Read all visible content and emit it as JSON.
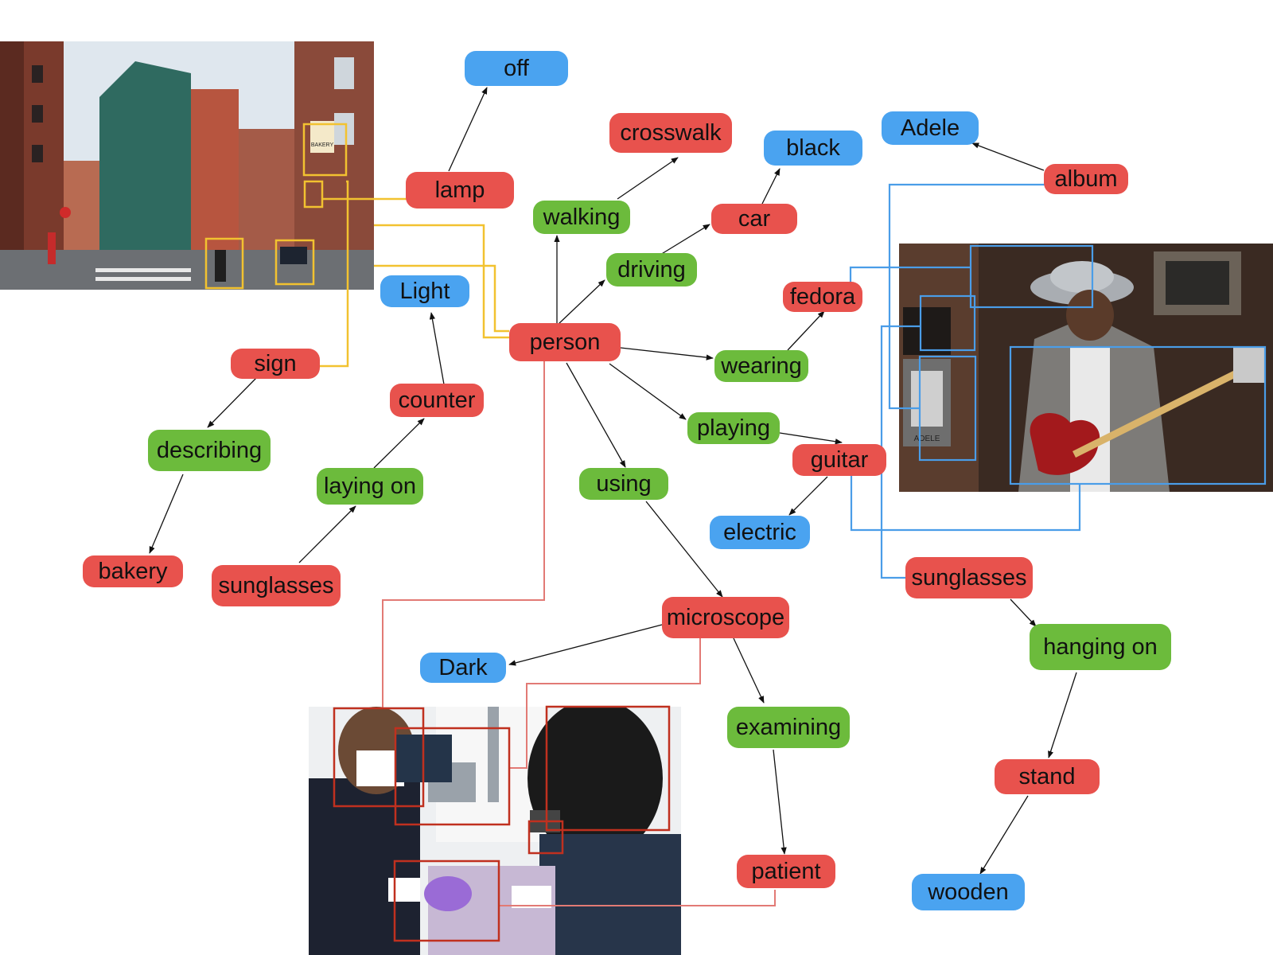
{
  "nodes": {
    "off": "off",
    "lamp": "lamp",
    "crosswalk": "crosswalk",
    "walking": "walking",
    "black": "black",
    "car": "car",
    "driving": "driving",
    "adele": "Adele",
    "album": "album",
    "fedora": "fedora",
    "light": "Light",
    "person": "person",
    "sign": "sign",
    "wearing": "wearing",
    "counter": "counter",
    "playing": "playing",
    "guitar": "guitar",
    "describing": "describing",
    "laying_on": "laying on",
    "using": "using",
    "electric": "electric",
    "bakery": "bakery",
    "sunglasses_left": "sunglasses",
    "sunglasses_right": "sunglasses",
    "microscope": "microscope",
    "hanging_on": "hanging on",
    "dark": "Dark",
    "examining": "examining",
    "stand": "stand",
    "patient": "patient",
    "wooden": "wooden"
  },
  "photos": {
    "street": {
      "bakery_sign": "BAKERY"
    },
    "musician": {
      "album_text": "ADELE"
    }
  },
  "colors": {
    "object": "#e8524d",
    "relation": "#6cbb3c",
    "attribute": "#4aa3f0",
    "street_links": "#f2c230",
    "musician_links": "#4a9de8",
    "dentist_links": "#e27a75",
    "dentist_boxes": "#c0301f"
  }
}
